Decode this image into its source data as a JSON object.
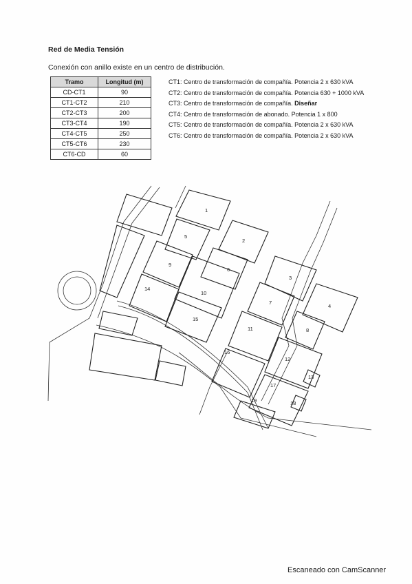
{
  "title": "Red de Media Tensión",
  "subtitle": "Conexión con anillo existe en un centro de distribución.",
  "table": {
    "headers": [
      "Tramo",
      "Longitud (m)"
    ],
    "rows": [
      [
        "CD-CT1",
        "90"
      ],
      [
        "CT1-CT2",
        "210"
      ],
      [
        "CT2-CT3",
        "200"
      ],
      [
        "CT3-CT4",
        "190"
      ],
      [
        "CT4-CT5",
        "250"
      ],
      [
        "CT5-CT6",
        "230"
      ],
      [
        "CT6-CD",
        "60"
      ]
    ]
  },
  "ct_list": [
    {
      "code": "CT1:",
      "text": "Centro de transformación de compañía. Potencia 2 x 630 kVA",
      "bold": ""
    },
    {
      "code": "CT2:",
      "text": "Centro de transformación de compañía. Potencia 630 + 1000 kVA",
      "bold": ""
    },
    {
      "code": "CT3:",
      "text": "Centro de transformación de compañía. ",
      "bold": "Diseñar"
    },
    {
      "code": "CT4:",
      "text": "Centro de transformación de abonado. Potencia 1 x 800",
      "bold": ""
    },
    {
      "code": "CT5:",
      "text": "Centro de transformación de compañía. Potencia 2 x 630 kVA",
      "bold": ""
    },
    {
      "code": "CT6:",
      "text": "Centro de transformación de compañía. Potencia 2 x 630 kVA",
      "bold": ""
    }
  ],
  "map": {
    "block_labels": [
      "1",
      "2",
      "3",
      "4",
      "5",
      "6",
      "7",
      "8",
      "9",
      "10",
      "11",
      "12",
      "13",
      "14",
      "15",
      "16",
      "17",
      "18",
      "19"
    ]
  },
  "footer": "Escaneado con CamScanner"
}
